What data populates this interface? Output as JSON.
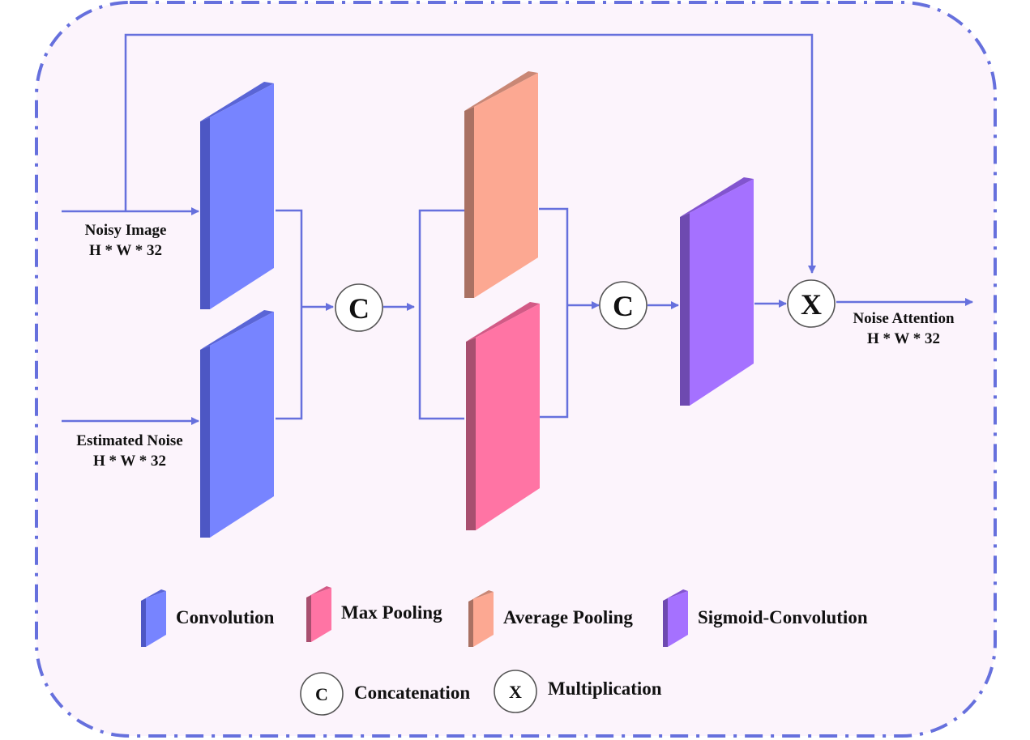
{
  "colors": {
    "frame": "#6670dd",
    "background": "#fcf4fc",
    "arrow": "#6670dd",
    "convolution": "#7784ff",
    "max_pooling": "#ff74a4",
    "average_pooling": "#fca892",
    "sigmoid_convolution": "#a571ff"
  },
  "inputs": {
    "noisy_image": {
      "line1": "Noisy Image",
      "line2": "H * W * 32"
    },
    "estimated_noise": {
      "line1": "Estimated Noise",
      "line2": "H * W * 32"
    }
  },
  "output": {
    "line1": "Noise Attention",
    "line2": "H * W * 32"
  },
  "operators": {
    "concat_symbol": "C",
    "multiply_symbol": "X"
  },
  "legend": {
    "convolution": "Convolution",
    "max_pooling": "Max Pooling",
    "average_pooling": "Average Pooling",
    "sigmoid_convolution": "Sigmoid-Convolution",
    "concatenation": "Concatenation",
    "multiplication": "Multiplication"
  }
}
